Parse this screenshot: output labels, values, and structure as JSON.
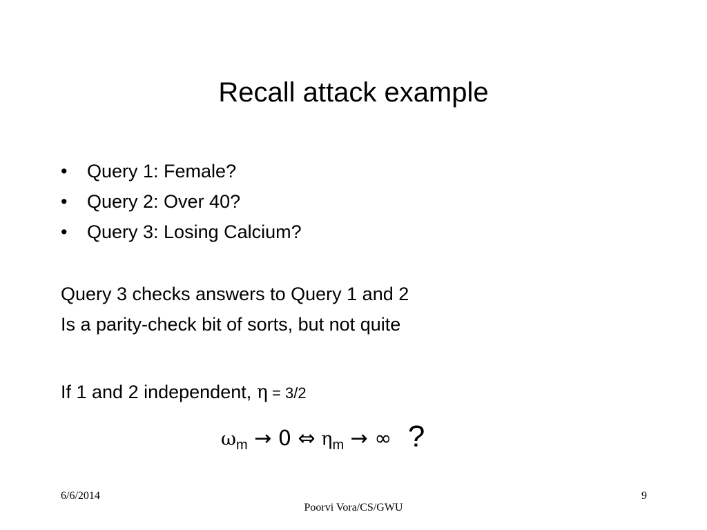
{
  "slide": {
    "title": "Recall attack example",
    "bullets": [
      "Query 1: Female?",
      "Query 2: Over 40?",
      "Query 3: Losing Calcium?"
    ],
    "bullet_glyph": "•",
    "body_lines": [
      "Query 3 checks answers to Query 1 and 2",
      "Is a parity-check bit of sorts, but not quite"
    ],
    "independence_line": {
      "prefix": "If 1 and 2 independent, ",
      "symbol": "η",
      "suffix": " = 3/2"
    },
    "formula": {
      "omega": "ω",
      "omega_sub": "m",
      "arrow1": " → 0 ",
      "iff": "⇔",
      "eta": " η",
      "eta_sub": "m",
      "arrow2": " → ∞ ",
      "question": "?"
    }
  },
  "footer": {
    "date": "6/6/2014",
    "author": "Poorvi Vora/CS/GWU",
    "page_number": "9"
  }
}
